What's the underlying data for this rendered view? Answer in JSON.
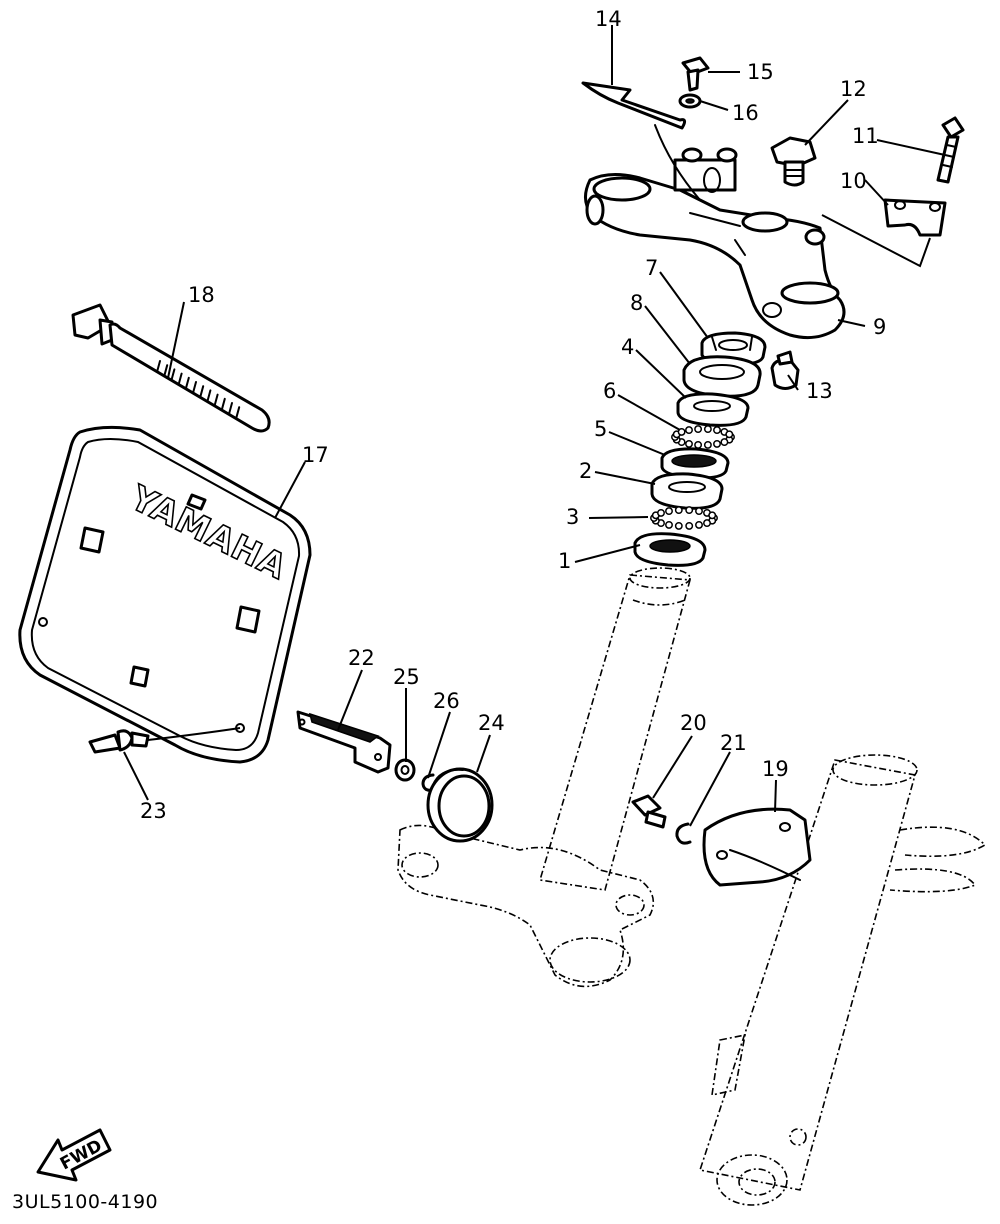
{
  "diagram": {
    "callouts": [
      {
        "id": "1",
        "label": "1"
      },
      {
        "id": "2",
        "label": "2"
      },
      {
        "id": "3",
        "label": "3"
      },
      {
        "id": "4",
        "label": "4"
      },
      {
        "id": "5",
        "label": "5"
      },
      {
        "id": "6",
        "label": "6"
      },
      {
        "id": "7",
        "label": "7"
      },
      {
        "id": "8",
        "label": "8"
      },
      {
        "id": "9",
        "label": "9"
      },
      {
        "id": "10",
        "label": "10"
      },
      {
        "id": "11",
        "label": "11"
      },
      {
        "id": "12",
        "label": "12"
      },
      {
        "id": "13",
        "label": "13"
      },
      {
        "id": "14",
        "label": "14"
      },
      {
        "id": "15",
        "label": "15"
      },
      {
        "id": "16",
        "label": "16"
      },
      {
        "id": "17",
        "label": "17"
      },
      {
        "id": "18",
        "label": "18"
      },
      {
        "id": "19",
        "label": "19"
      },
      {
        "id": "20",
        "label": "20"
      },
      {
        "id": "21",
        "label": "21"
      },
      {
        "id": "22",
        "label": "22"
      },
      {
        "id": "23",
        "label": "23"
      },
      {
        "id": "24",
        "label": "24"
      },
      {
        "id": "25",
        "label": "25"
      },
      {
        "id": "26",
        "label": "26"
      }
    ],
    "plate_logo": "YAMAHA",
    "fwd_label": "FWD",
    "drawing_code": "3UL5100-4190"
  }
}
